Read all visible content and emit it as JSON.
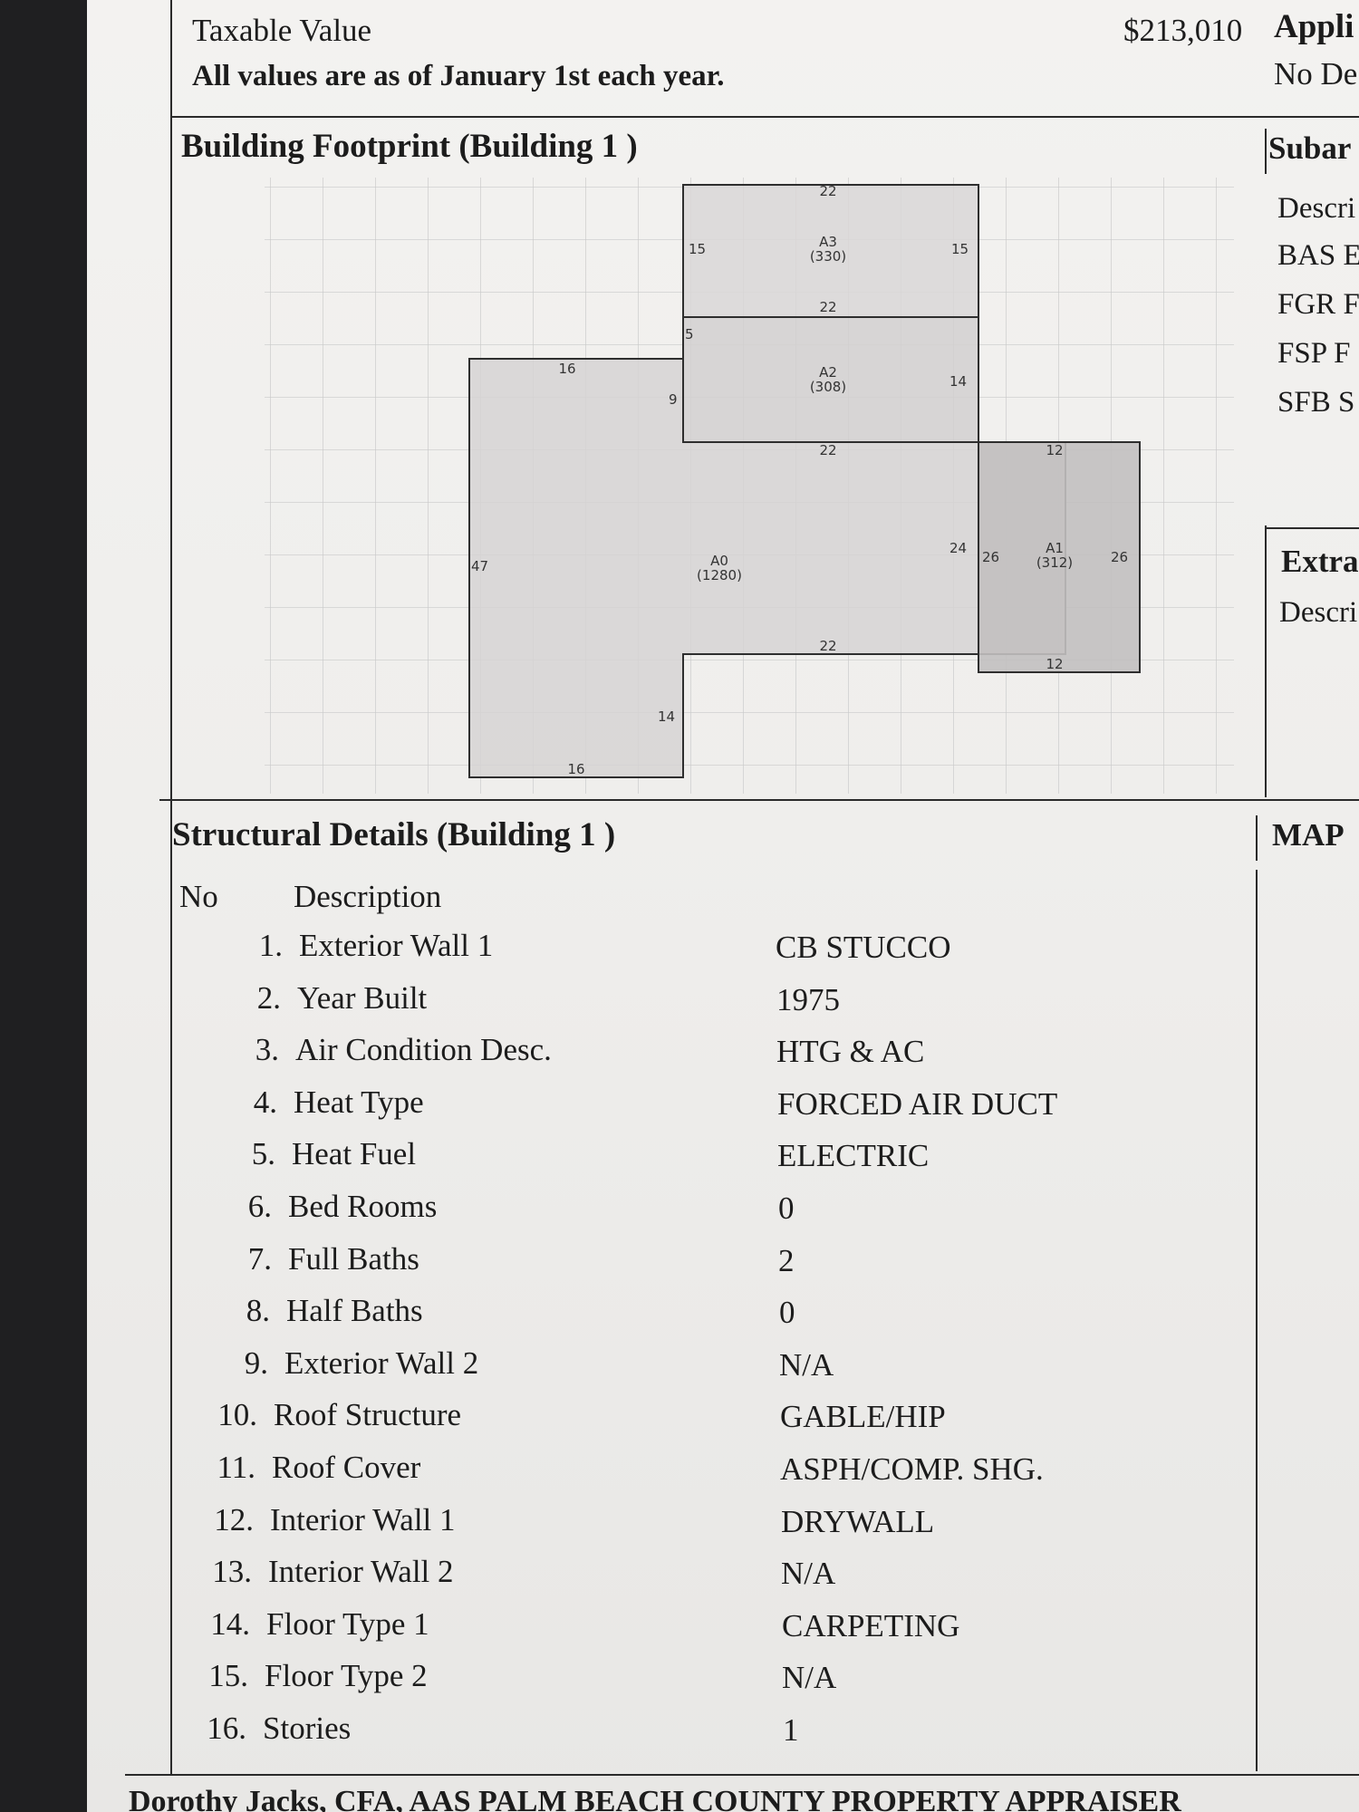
{
  "top": {
    "taxable_label": "Taxable Value",
    "taxable_value": "$213,010",
    "note": "All values are as of January 1st each year.",
    "right_heading": "Appli",
    "right_sub": "No De"
  },
  "footprint": {
    "title": "Building Footprint (Building 1 )",
    "areas": {
      "a3": "A3",
      "a3_sq": "(330)",
      "a2": "A2",
      "a2_sq": "(308)",
      "a1": "A1",
      "a1_sq": "(312)",
      "a0": "A0",
      "a0_sq": "(1280)"
    },
    "dims": {
      "a3_top": "22",
      "a3_left": "15",
      "a3_right": "15",
      "a3_bottom": "22",
      "a2_left": "5",
      "a2_right": "14",
      "a2_bottom": "22",
      "a0_top": "16",
      "a0_notch": "9",
      "a0_left": "47",
      "a0_right": "24",
      "a0_step": "22",
      "a0_inner": "14",
      "a0_bottom": "16",
      "a1_top": "12",
      "a1_left": "26",
      "a1_right": "26",
      "a1_bottom": "12"
    }
  },
  "subarea": {
    "heading": "Subar",
    "desc_label": "Descri",
    "codes": [
      "BAS E",
      "FGR F",
      "FSP F",
      "SFB S"
    ]
  },
  "extra": {
    "heading": "Extra",
    "desc_label": "Descri"
  },
  "structural": {
    "title": "Structural Details (Building 1 )",
    "col_no": "No",
    "col_desc": "Description",
    "rows": [
      {
        "no": "1.",
        "desc": "Exterior Wall 1",
        "value": "CB STUCCO"
      },
      {
        "no": "2.",
        "desc": "Year Built",
        "value": "1975"
      },
      {
        "no": "3.",
        "desc": "Air Condition Desc.",
        "value": "HTG & AC"
      },
      {
        "no": "4.",
        "desc": "Heat Type",
        "value": "FORCED AIR DUCT"
      },
      {
        "no": "5.",
        "desc": "Heat Fuel",
        "value": "ELECTRIC"
      },
      {
        "no": "6.",
        "desc": "Bed Rooms",
        "value": "0"
      },
      {
        "no": "7.",
        "desc": "Full Baths",
        "value": "2"
      },
      {
        "no": "8.",
        "desc": "Half Baths",
        "value": "0"
      },
      {
        "no": "9.",
        "desc": "Exterior Wall 2",
        "value": "N/A"
      },
      {
        "no": "10.",
        "desc": "Roof Structure",
        "value": "GABLE/HIP"
      },
      {
        "no": "11.",
        "desc": "Roof Cover",
        "value": "ASPH/COMP. SHG."
      },
      {
        "no": "12.",
        "desc": "Interior Wall 1",
        "value": "DRYWALL"
      },
      {
        "no": "13.",
        "desc": "Interior Wall 2",
        "value": "N/A"
      },
      {
        "no": "14.",
        "desc": "Floor Type 1",
        "value": "CARPETING"
      },
      {
        "no": "15.",
        "desc": "Floor Type 2",
        "value": "N/A"
      },
      {
        "no": "16.",
        "desc": "Stories",
        "value": "1"
      }
    ]
  },
  "map": {
    "heading": "MAP"
  },
  "footer": {
    "text": "Dorothy Jacks, CFA, AAS  PALM BEACH COUNTY PROPERTY APPRAISER"
  }
}
